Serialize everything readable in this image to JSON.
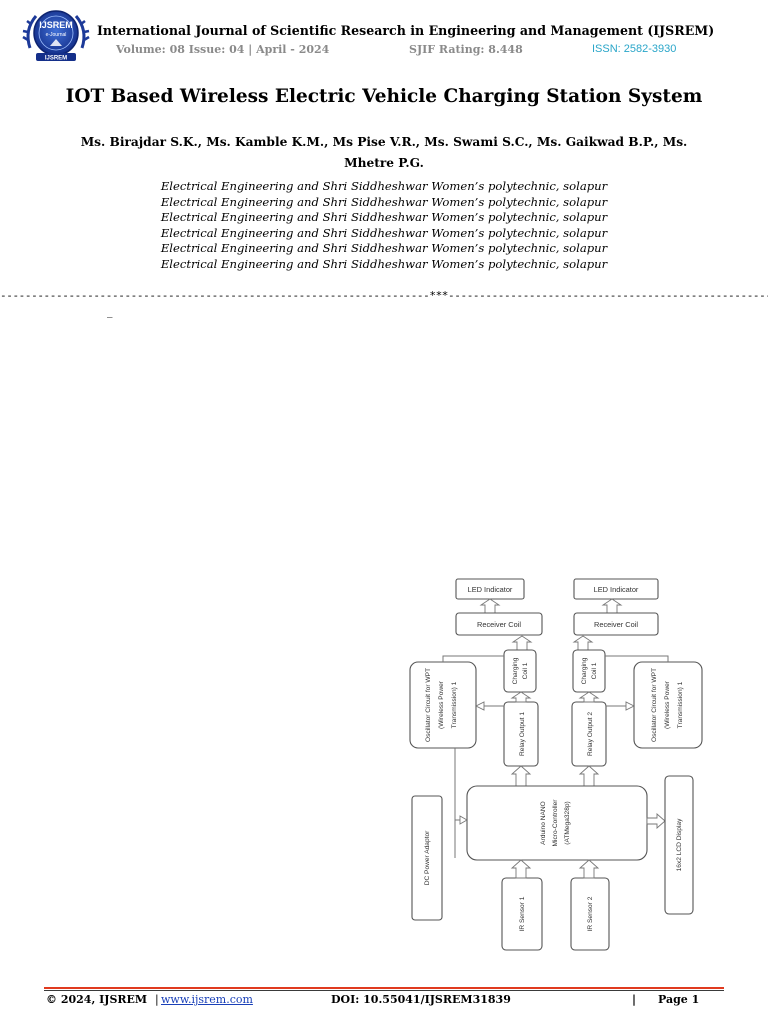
{
  "header": {
    "logo_text_top": "IJSREM",
    "logo_text_mid": "e-Journal",
    "logo_text_bottom": "IJSREM",
    "journal_title": "International Journal of Scientific Research in Engineering and Management (IJSREM)",
    "volume": "Volume: 08 Issue: 04 | April - 2024",
    "sjif": "SJIF Rating: 8.448",
    "issn": "ISSN: 2582-3930",
    "issn_color": "#2aa6c9"
  },
  "paper": {
    "title": "IOT Based Wireless Electric Vehicle Charging Station System",
    "authors": "Ms. Birajdar S.K., Ms. Kamble K.M., Ms Pise V.R., Ms. Swami S.C., Ms. Gaikwad B.P., Ms. Mhetre P.G.",
    "affiliations": [
      "Electrical Engineering and Shri Siddheshwar Women’s polytechnic, solapur",
      "Electrical Engineering and Shri Siddheshwar Women’s polytechnic, solapur",
      "Electrical Engineering and Shri Siddheshwar Women’s polytechnic, solapur",
      "Electrical Engineering and Shri Siddheshwar Women’s polytechnic, solapur",
      "Electrical Engineering and Shri Siddheshwar Women’s polytechnic, solapur",
      "Electrical Engineering and Shri Siddheshwar Women’s polytechnic, solapur"
    ],
    "separator": "---------------------------------------------------------------------***---------------------------------------------------------------------",
    "stray_mark": "_"
  },
  "diagram": {
    "led_left": "LED Indicator",
    "led_right": "LED Indicator",
    "receiver_left": "Receiver Coil",
    "receiver_right": "Receiver Coil",
    "charging_coil_left": [
      "Charging",
      "Coil 1"
    ],
    "charging_coil_right": [
      "Charging",
      "Coil 1"
    ],
    "oscillator_left": [
      "Oscillator Circuit for WPT",
      "(Wireless Power",
      "Transmission) 1"
    ],
    "oscillator_right": [
      "Oscillator Circuit for WPT",
      "(Wireless Power",
      "Transmission) 1"
    ],
    "relay_left": "Relay Output 1",
    "relay_right": "Relay Output 2",
    "arduino": [
      "Arduino NANO",
      "Micro-Controller",
      "(ATMega328p)"
    ],
    "dc_adaptor": "DC Power Adaptor",
    "lcd": "16x2 LCD Display",
    "ir_left": "IR Sensor 1",
    "ir_right": "IR Sensor 2"
  },
  "footer": {
    "copyright": "© 2024, IJSREM",
    "bar": "|",
    "url": "www.ijsrem.com",
    "doi": "DOI:  10.55041/IJSREM31839",
    "page": "Page 1",
    "accent_color": "#e03a1f",
    "link_color": "#1a40b8"
  }
}
